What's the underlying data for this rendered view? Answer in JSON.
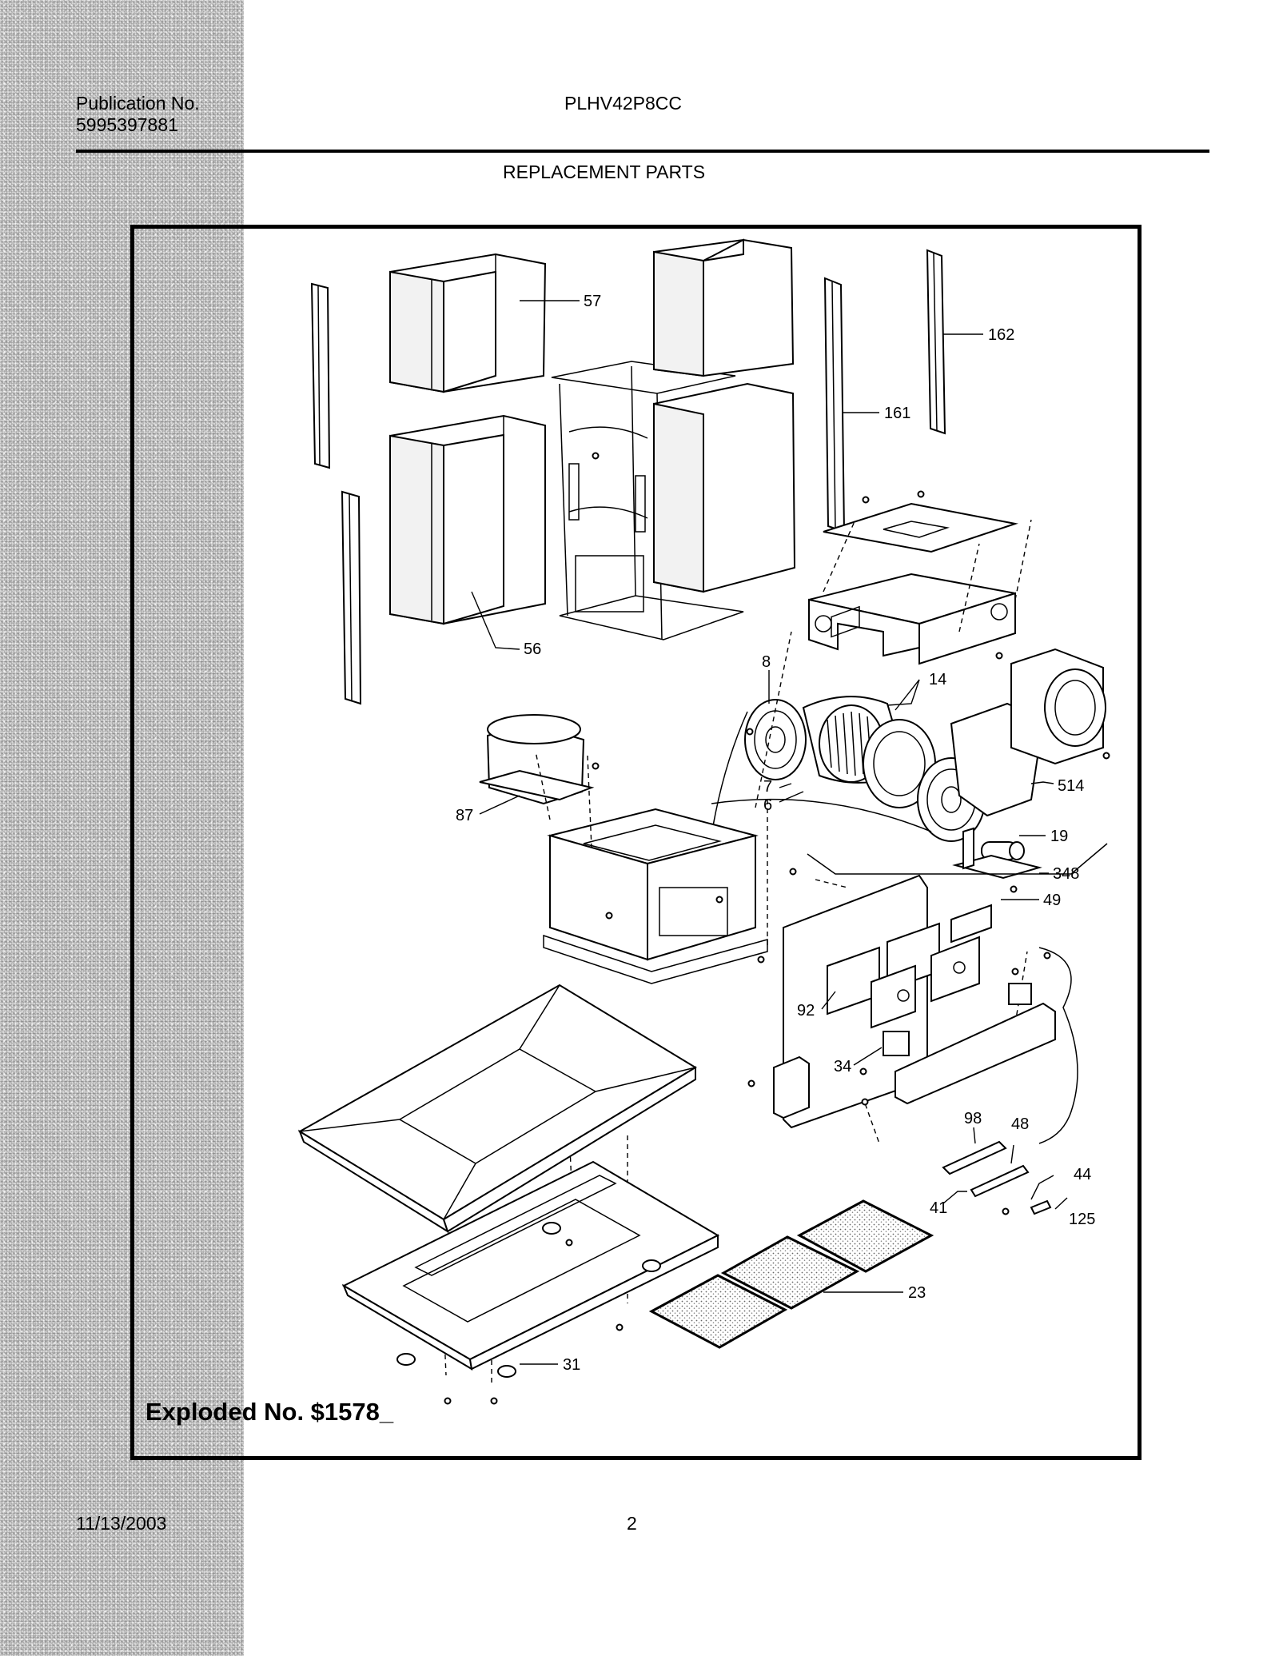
{
  "header": {
    "publication_label": "Publication No.",
    "publication_number": "5995397881",
    "model": "PLHV42P8CC",
    "section_title": "REPLACEMENT PARTS"
  },
  "diagram": {
    "callouts": {
      "p57": "57",
      "p162": "162",
      "p161": "161",
      "p56": "56",
      "p8": "8",
      "p14": "14",
      "p7": "7",
      "p6": "6",
      "p514": "514",
      "p19": "19",
      "p348": "348",
      "p87": "87",
      "p49": "49",
      "p92": "92",
      "p34": "34",
      "p98": "98",
      "p48": "48",
      "p44": "44",
      "p41": "41",
      "p125": "125",
      "p23": "23",
      "p31": "31"
    },
    "exploded_label": "Exploded No. $1578_"
  },
  "footer": {
    "date": "11/13/2003",
    "page_number": "2"
  }
}
